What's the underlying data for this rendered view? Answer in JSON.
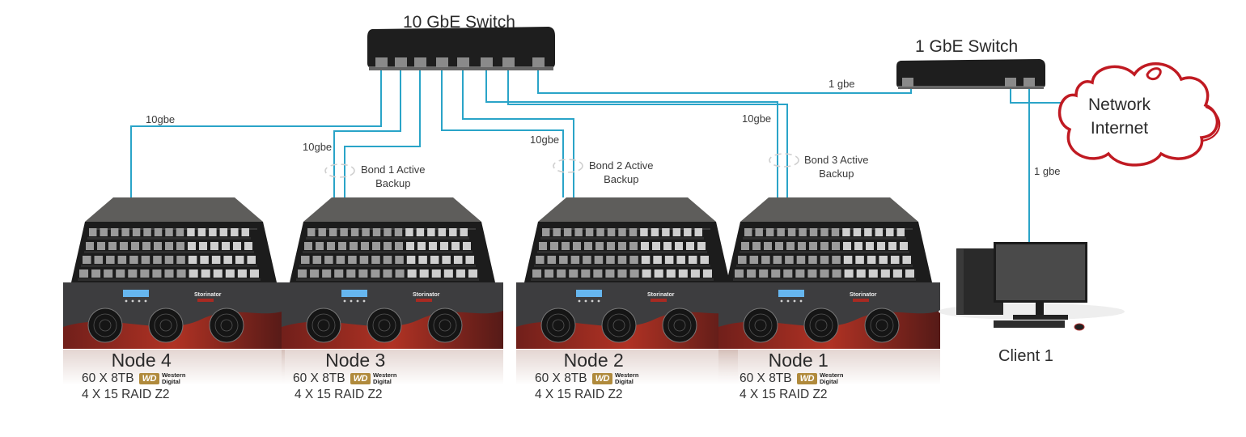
{
  "diagram": {
    "colors": {
      "link": "#2aa4c8",
      "switch_body": "#1e1e1e",
      "port": "#8a8a8a",
      "cloud": "#c01a22",
      "wd_gold": "#b08a3c"
    },
    "switch_10g": {
      "label": "10 GbE Switch",
      "ports": 8
    },
    "switch_1g": {
      "label": "1 GbE Switch",
      "ports": 3
    },
    "cloud": {
      "line1": "Network",
      "line2": "Internet"
    },
    "links": {
      "node4": "10gbe",
      "node3": "10gbe",
      "node2": "10gbe",
      "node1": "10gbe",
      "uplink": "1 gbe",
      "client": "1 gbe"
    },
    "bonds": [
      {
        "line1": "Bond 1 Active",
        "line2": "Backup"
      },
      {
        "line1": "Bond 2 Active",
        "line2": "Backup"
      },
      {
        "line1": "Bond 3 Active",
        "line2": "Backup"
      }
    ],
    "nodes": [
      {
        "name": "Node 4",
        "disks": "60 X 8TB",
        "raid": "4 X 15 RAID Z2",
        "vendor_badge": "WD",
        "vendor_name1": "Western",
        "vendor_name2": "Digital"
      },
      {
        "name": "Node 3",
        "disks": "60 X 8TB",
        "raid": "4 X 15 RAID Z2",
        "vendor_badge": "WD",
        "vendor_name1": "Western",
        "vendor_name2": "Digital"
      },
      {
        "name": "Node 2",
        "disks": "60 X 8TB",
        "raid": "4 X 15 RAID Z2",
        "vendor_badge": "WD",
        "vendor_name1": "Western",
        "vendor_name2": "Digital"
      },
      {
        "name": "Node 1",
        "disks": "60 X 8TB",
        "raid": "4 X 15 RAID Z2",
        "vendor_badge": "WD",
        "vendor_name1": "Western",
        "vendor_name2": "Digital"
      }
    ],
    "server_brand": "Storinator",
    "client": {
      "label": "Client 1"
    }
  }
}
